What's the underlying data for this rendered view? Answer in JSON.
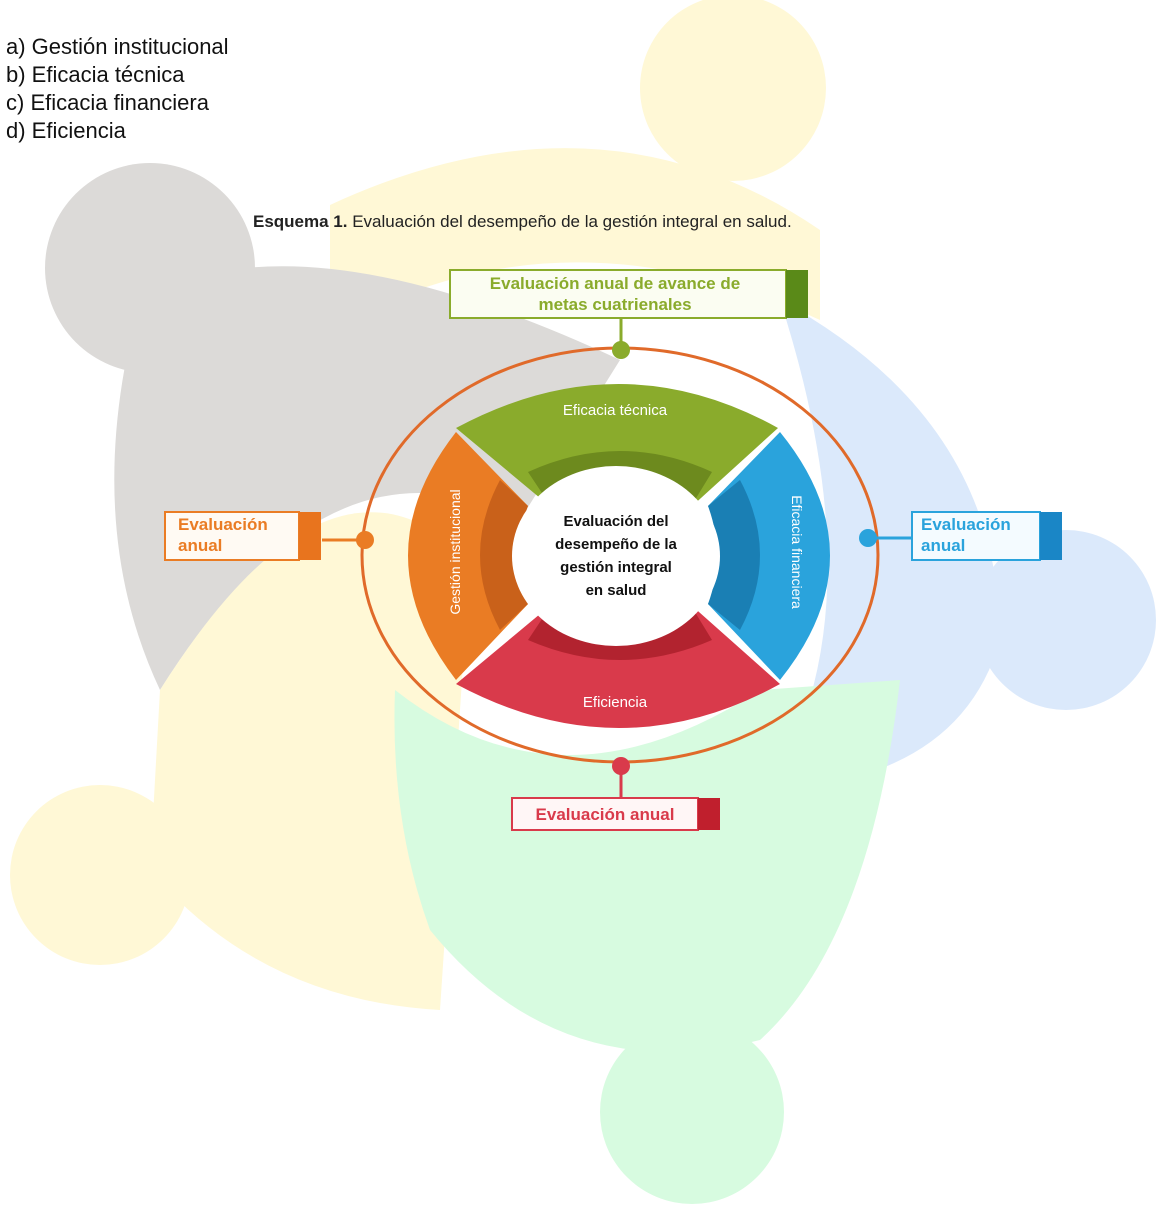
{
  "list": {
    "items": [
      "a) Gestión institucional",
      "b) Eficacia técnica",
      "c) Eficacia financiera",
      "d) Eficiencia"
    ]
  },
  "caption": {
    "label": "Esquema 1.",
    "text": " Evaluación del desempeño de la gestión integral en salud."
  },
  "diagram": {
    "center": [
      "Evaluación del",
      "desempeño de la",
      "gestión integral",
      "en salud"
    ],
    "segments": {
      "top": "Eficacia técnica",
      "left": "Gestión institucional",
      "right": "Eficacia financiera",
      "bottom": "Eficiencia"
    },
    "tags": {
      "top": [
        "Evaluación anual de avance de",
        "metas cuatrienales"
      ],
      "left": [
        "Evaluación",
        "anual"
      ],
      "right": [
        "Evaluación",
        "anual"
      ],
      "bottom": [
        "Evaluación anual"
      ]
    }
  },
  "colors": {
    "green": "#8aab2c",
    "orange": "#ea7c24",
    "blue": "#2aa3dc",
    "red": "#d93a4b",
    "ring": "#e06a2a"
  }
}
